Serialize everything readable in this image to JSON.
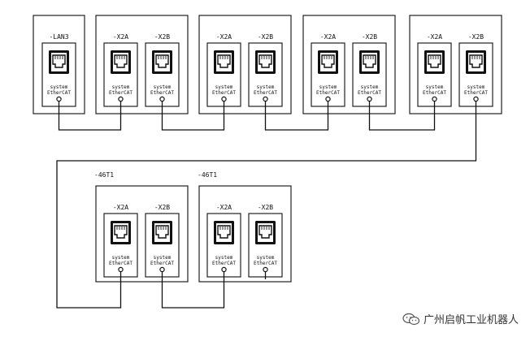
{
  "diagram": {
    "modules": [
      {
        "tag": "",
        "ports": [
          {
            "label": "-LAN3",
            "caption1": "system",
            "caption2": "EtherCAT"
          }
        ]
      },
      {
        "tag": "",
        "ports": [
          {
            "label": "-X2A",
            "caption1": "system",
            "caption2": "EtherCAT"
          },
          {
            "label": "-X2B",
            "caption1": "system",
            "caption2": "EtherCAT"
          }
        ]
      },
      {
        "tag": "",
        "ports": [
          {
            "label": "-X2A",
            "caption1": "system",
            "caption2": "EtherCAT"
          },
          {
            "label": "-X2B",
            "caption1": "system",
            "caption2": "EtherCAT"
          }
        ]
      },
      {
        "tag": "",
        "ports": [
          {
            "label": "-X2A",
            "caption1": "system",
            "caption2": "EtherCAT"
          },
          {
            "label": "-X2B",
            "caption1": "system",
            "caption2": "EtherCAT"
          }
        ]
      },
      {
        "tag": "",
        "ports": [
          {
            "label": "-X2A",
            "caption1": "system",
            "caption2": "EtherCAT"
          },
          {
            "label": "-X2B",
            "caption1": "system",
            "caption2": "EtherCAT"
          }
        ]
      },
      {
        "tag": "-46T1",
        "ports": [
          {
            "label": "-X2A",
            "caption1": "system",
            "caption2": "EtherCAT"
          },
          {
            "label": "-X2B",
            "caption1": "system",
            "caption2": "EtherCAT"
          }
        ]
      },
      {
        "tag": "-46T1",
        "ports": [
          {
            "label": "-X2A",
            "caption1": "system",
            "caption2": "EtherCAT"
          },
          {
            "label": "-X2B",
            "caption1": "system",
            "caption2": "EtherCAT"
          }
        ]
      }
    ]
  },
  "watermark": {
    "text": "广州启帆工业机器人",
    "icon": "wechat-icon"
  }
}
